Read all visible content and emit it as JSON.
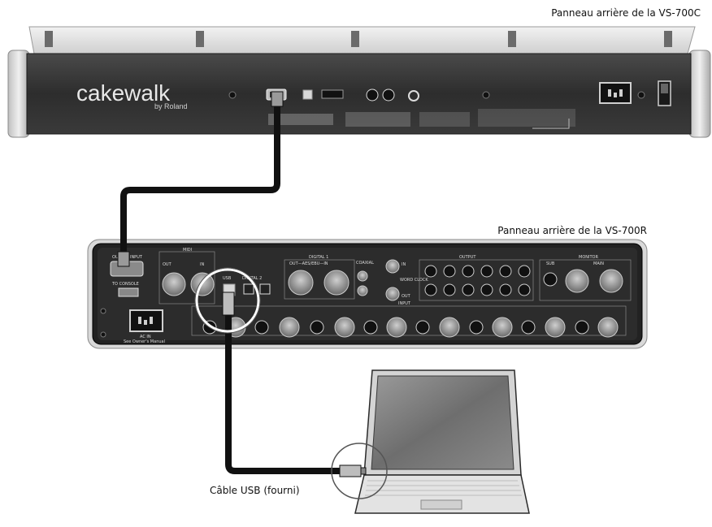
{
  "captions": {
    "console_rear": "Panneau arrière de la VS-700C",
    "rack_rear": "Panneau arrière de la VS-700R",
    "usb_cable": "Câble USB (fourni)"
  },
  "console": {
    "logo_main": "cakewalk",
    "logo_sub": "by Roland"
  },
  "rack": {
    "labels": {
      "output_input": "OUTPUT  INPUT",
      "to_console": "TO CONSOLE",
      "midi": "MIDI",
      "midi_out": "OUT",
      "midi_in": "IN",
      "usb": "USB",
      "digital1": "DIGITAL 1",
      "digital1_sub": "OUT—AES/EBU—IN",
      "digital2": "DIGITAL 2",
      "coaxial": "COAXIAL",
      "word_clock": "WORD CLOCK",
      "in": "IN",
      "out": "OUT",
      "output": "OUTPUT",
      "monitor": "MONITOR",
      "sub": "SUB",
      "main": "MAIN",
      "input": "INPUT",
      "ac_in": "AC IN",
      "see_manual": "See Owner's Manual"
    }
  },
  "colors": {
    "panel_dark": "#2b2b2b",
    "panel_frame": "#d9d9d9",
    "cable": "#111111"
  }
}
